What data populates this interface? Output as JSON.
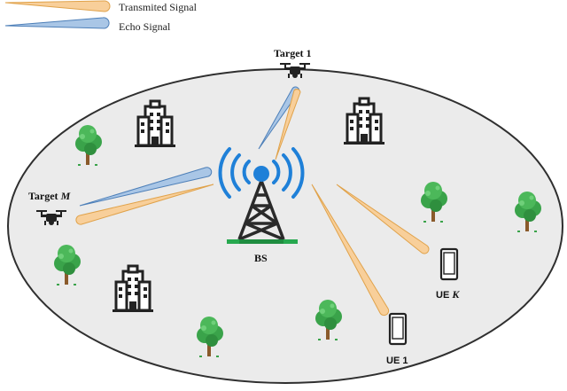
{
  "legend": {
    "transmitted": "Transmited Signal",
    "echo": "Echo Signal"
  },
  "labels": {
    "target1": "Target 1",
    "targetM_prefix": "Target ",
    "targetM_var": "M",
    "bs": "BS",
    "ueK_prefix": "UE ",
    "ueK_var": "K",
    "ue1": "UE 1"
  },
  "colors": {
    "transmitted_fill": "#f8cf9a",
    "transmitted_stroke": "#e0a24a",
    "echo_fill": "#a9c6e6",
    "echo_stroke": "#4d7fb8",
    "ellipse_fill": "#ebebeb",
    "ellipse_stroke": "#2f2f2f",
    "tower_blue": "#1f80d8",
    "tower_green": "#27a84f",
    "tree_green": "#3aa34a"
  }
}
